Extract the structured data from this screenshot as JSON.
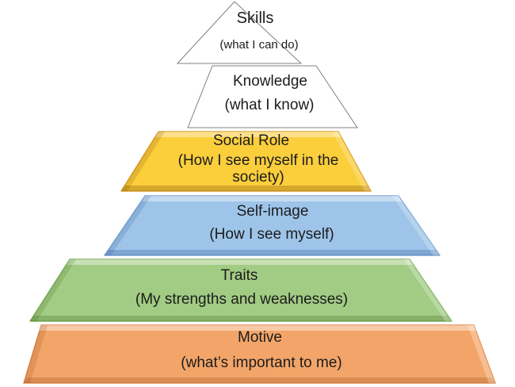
{
  "diagram": {
    "type": "pyramid",
    "text_color": "#1c1c1c",
    "background": "#ffffff",
    "levels": [
      {
        "id": "skills",
        "title": "Skills",
        "subtitle": "(what I can do)",
        "fill": "#ffffff",
        "border": "#808080"
      },
      {
        "id": "knowledge",
        "title": "Knowledge",
        "subtitle": "(what I know)",
        "fill": "#ffffff",
        "border": "#808080"
      },
      {
        "id": "social-role",
        "title": "Social Role",
        "subtitle": "(How I see myself in the society)",
        "fill": "#fbce3c",
        "border": "#dba32a"
      },
      {
        "id": "self-image",
        "title": "Self-image",
        "subtitle": "(How I see myself)",
        "fill": "#9ec5e9",
        "border": "#7aa6d6"
      },
      {
        "id": "traits",
        "title": "Traits",
        "subtitle": "(My strengths and weaknesses)",
        "fill": "#a2cb83",
        "border": "#7fb05c"
      },
      {
        "id": "motive",
        "title": "Motive",
        "subtitle": "(what’s important to me)",
        "fill": "#f3a569",
        "border": "#de8a4c"
      }
    ]
  }
}
